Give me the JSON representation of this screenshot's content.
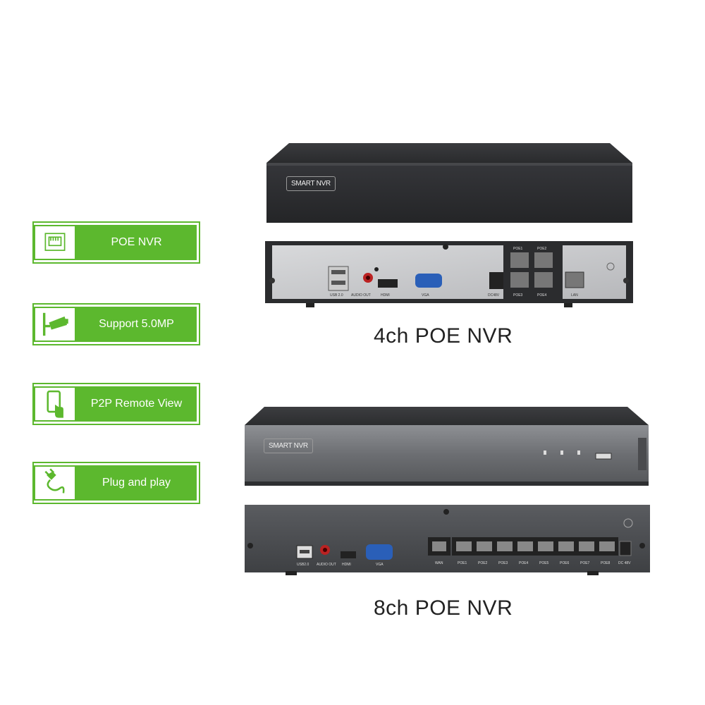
{
  "features": [
    {
      "label": "POE NVR",
      "icon": "ethernet-port-icon"
    },
    {
      "label": "Support 5.0MP",
      "icon": "security-camera-icon"
    },
    {
      "label": "P2P Remote View",
      "icon": "phone-tap-icon"
    },
    {
      "label": "Plug and play",
      "icon": "power-plug-icon"
    }
  ],
  "products": [
    {
      "caption": "4ch POE NVR",
      "brand": "SMART NVR",
      "ports": [
        "USB 2.0",
        "AUDIO OUT",
        "HDMI",
        "VGA",
        "DC48V",
        "POE1",
        "POE2",
        "POE3",
        "POE4",
        "LAN"
      ]
    },
    {
      "caption": "8ch POE NVR",
      "brand": "SMART NVR",
      "ports": [
        "USB2.0",
        "AUDIO OUT",
        "HDMI",
        "VGA",
        "WAN",
        "POE1",
        "POE2",
        "POE3",
        "POE4",
        "POE5",
        "POE6",
        "POE7",
        "POE8",
        "DC 48V"
      ]
    }
  ],
  "colors": {
    "accent": "#5cb82e",
    "device_dark": "#2f3033",
    "panel_silver": "#c9cacc"
  }
}
